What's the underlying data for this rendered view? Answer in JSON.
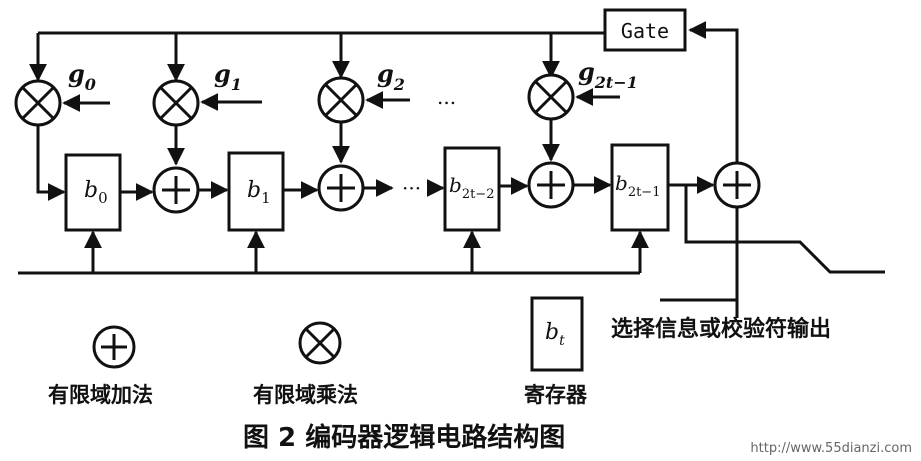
{
  "gate_label": "Gate",
  "multipliers": [
    {
      "sub": "g",
      "index": "0"
    },
    {
      "sub": "g",
      "index": "1"
    },
    {
      "sub": "g",
      "index": "2"
    },
    {
      "sub": "g",
      "index": "2t−1"
    }
  ],
  "registers": [
    {
      "base": "b",
      "index": "0"
    },
    {
      "base": "b",
      "index": "1"
    },
    {
      "base": "b",
      "index": "2t−2"
    },
    {
      "base": "b",
      "index": "2t−1"
    }
  ],
  "ellipsis": "...",
  "ellipsis_mid": "···",
  "output_label": "选择信息或校验符输出",
  "legend": {
    "adder": "有限域加法",
    "multiplier": "有限域乘法",
    "register_base": "b",
    "register_index": "t",
    "register": "寄存器"
  },
  "caption": "图 2  编码器逻辑电路结构图",
  "watermark": "http://www.55dianzi.com"
}
